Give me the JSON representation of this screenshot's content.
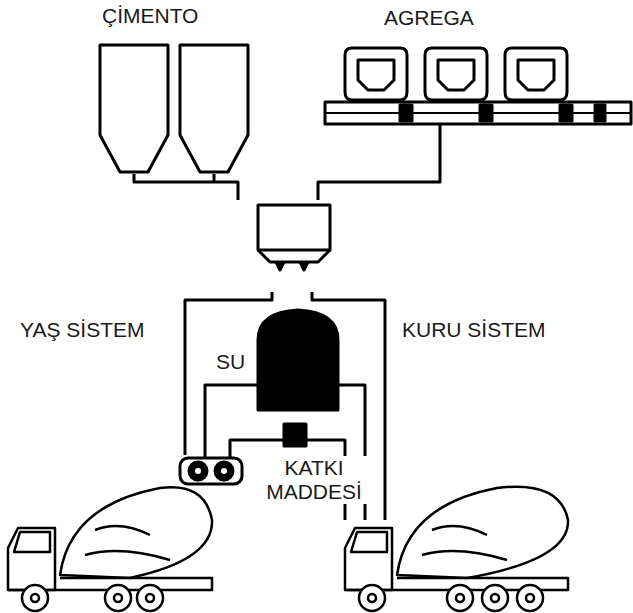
{
  "diagram": {
    "labels": [
      "ÇİMENTO",
      "AGREGA",
      "YAŞ SİSTEM",
      "SU",
      "KURU SİSTEM",
      "KATKI MADDESİ"
    ]
  }
}
